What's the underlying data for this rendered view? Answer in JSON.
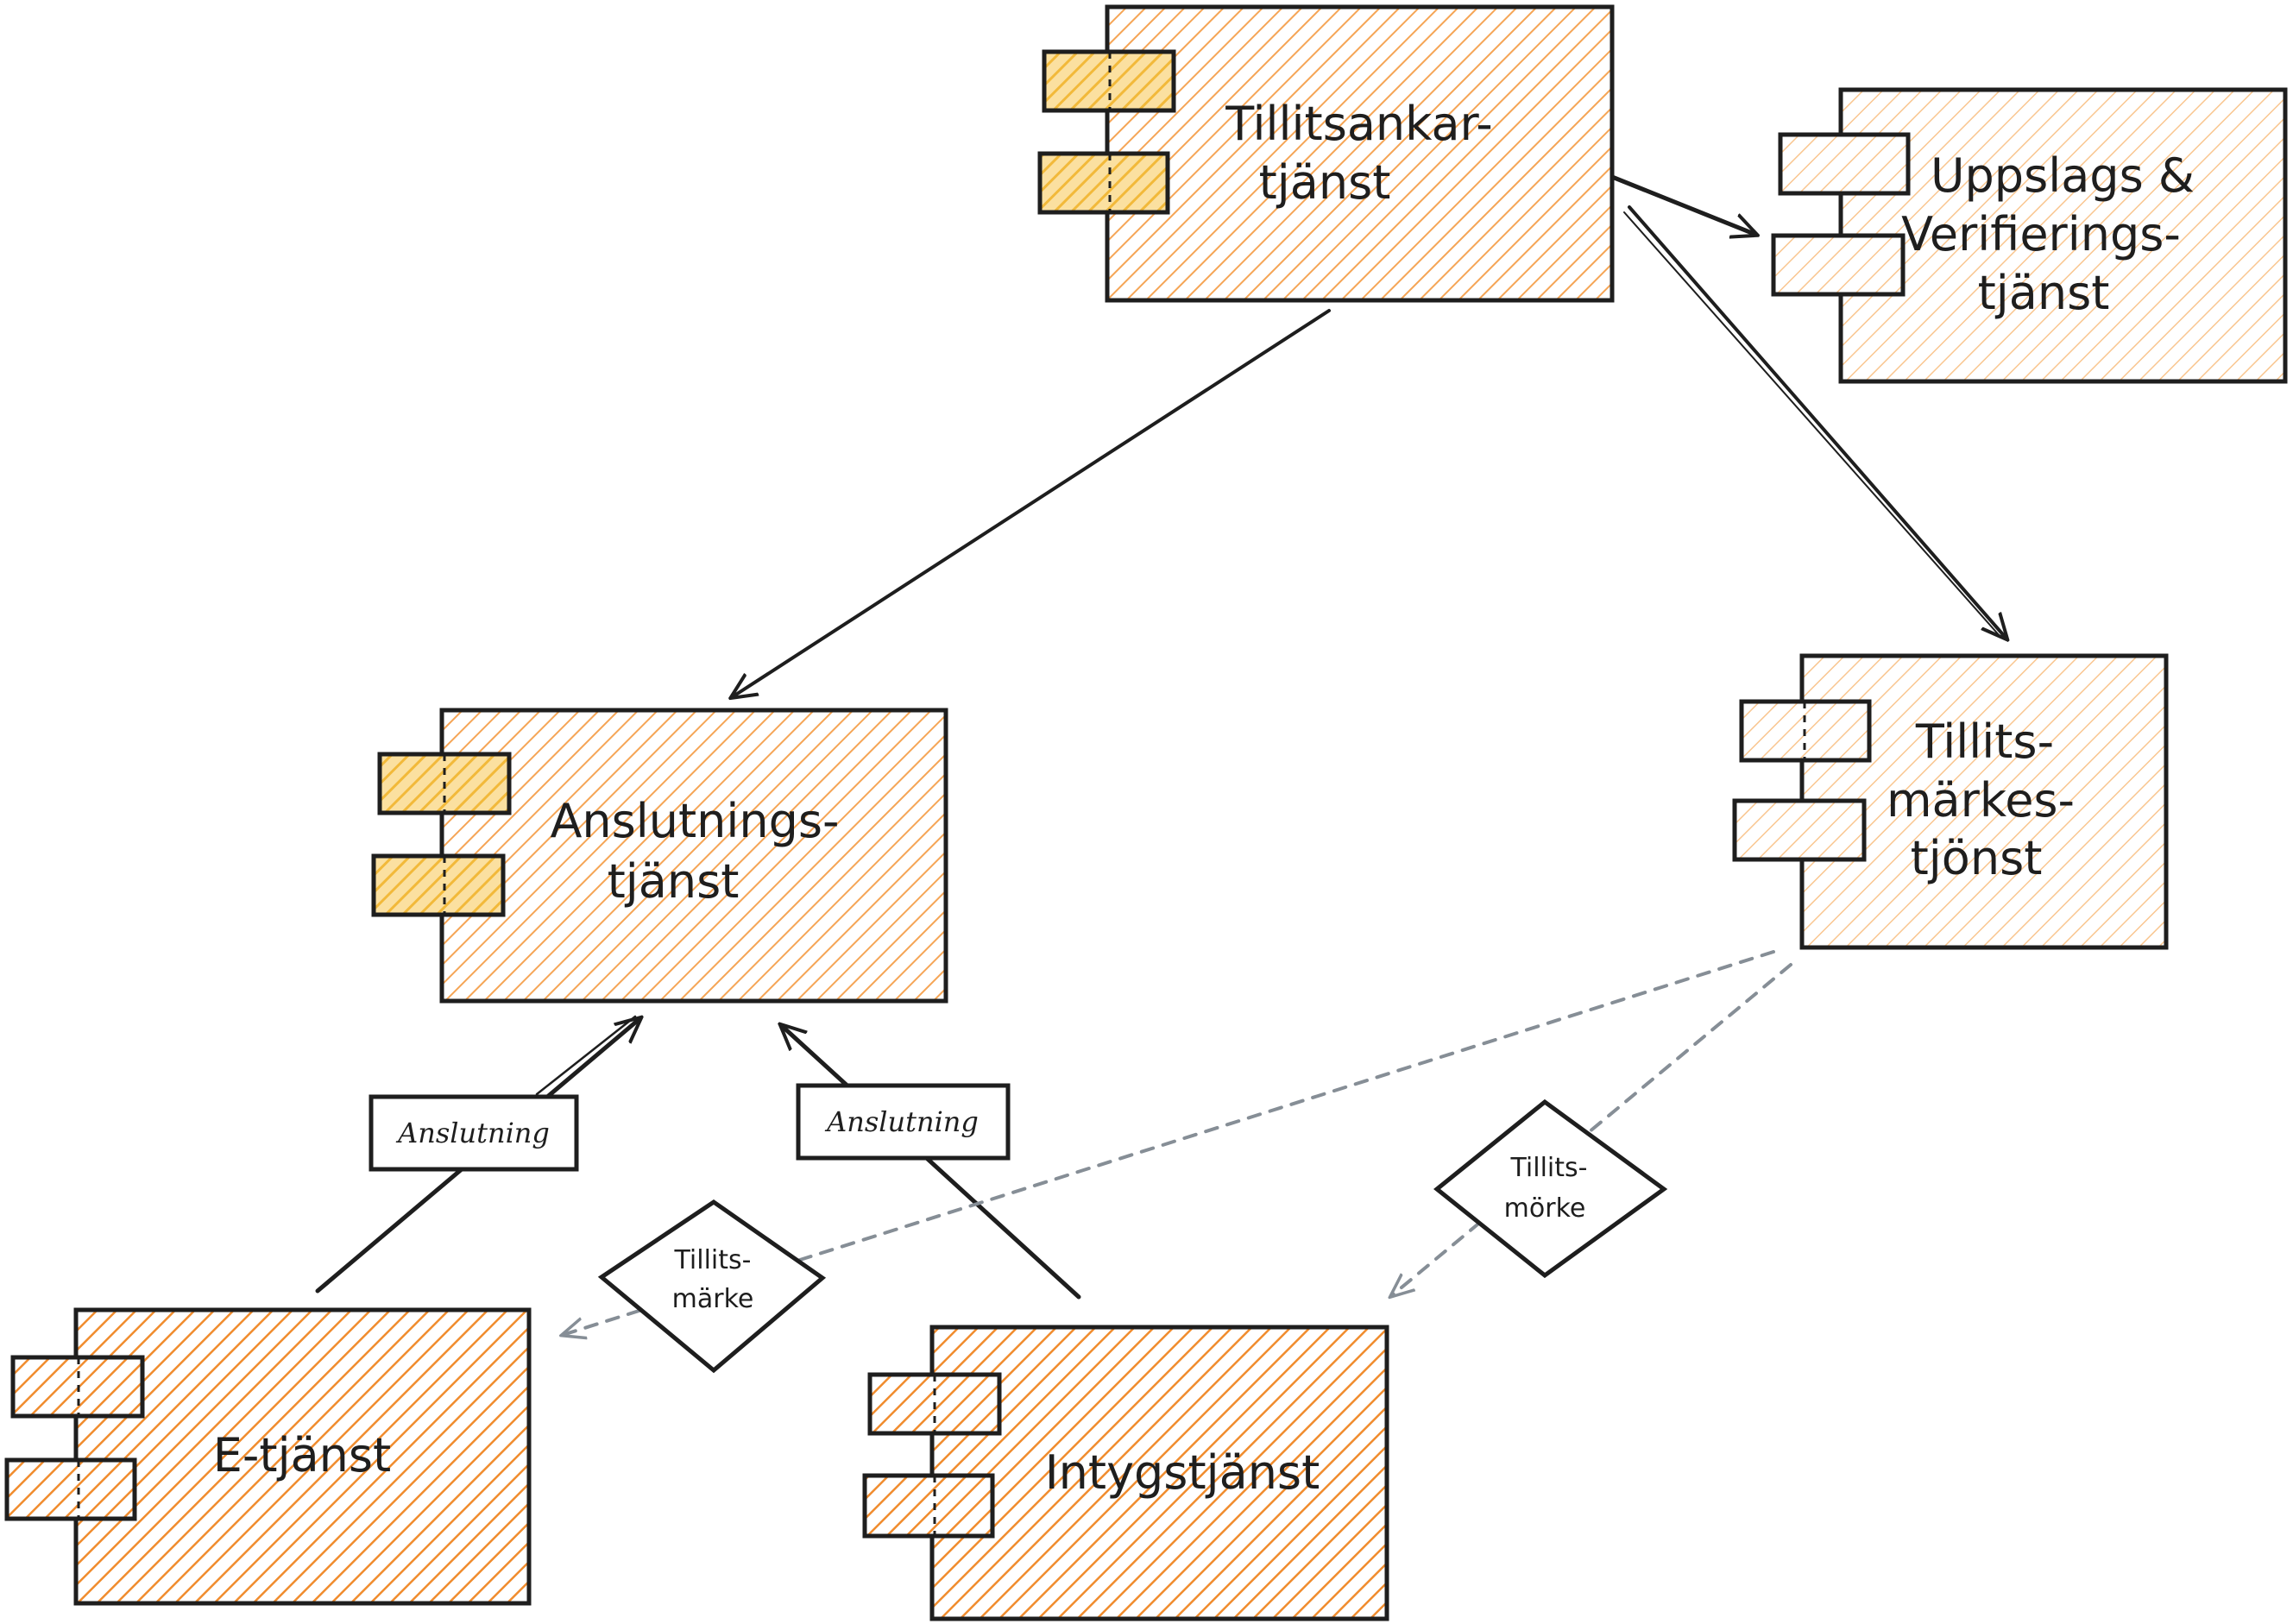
{
  "colors": {
    "stroke": "#1e1e1e",
    "hatch_dark": "#f08c2e",
    "hatch_medium": "#f5a556",
    "hatch_light": "#f9c690",
    "port_fill": "#f2b93a",
    "dashed": "#868e96"
  },
  "components": {
    "tillitsankar": {
      "line1": "Tillitsankar-",
      "line2": "tjänst"
    },
    "uppslags": {
      "line1": "Uppslags &",
      "line2": "Verifierings-",
      "line3": "tjänst"
    },
    "anslutnings": {
      "line1": "Anslutnings-",
      "line2": "tjänst"
    },
    "tillitsmarkes": {
      "line1": "Tillits-",
      "line2": "märkes-",
      "line3": "tjönst"
    },
    "etjanst": {
      "line1": "E-tjänst"
    },
    "intyg": {
      "line1": "Intygstjänst"
    }
  },
  "edge_labels": {
    "anslutning_left": "Anslutning",
    "anslutning_right": "Anslutning"
  },
  "diamonds": {
    "left": {
      "line1": "Tillits-",
      "line2": "märke"
    },
    "right": {
      "line1": "Tillits-",
      "line2": "mörke"
    }
  }
}
